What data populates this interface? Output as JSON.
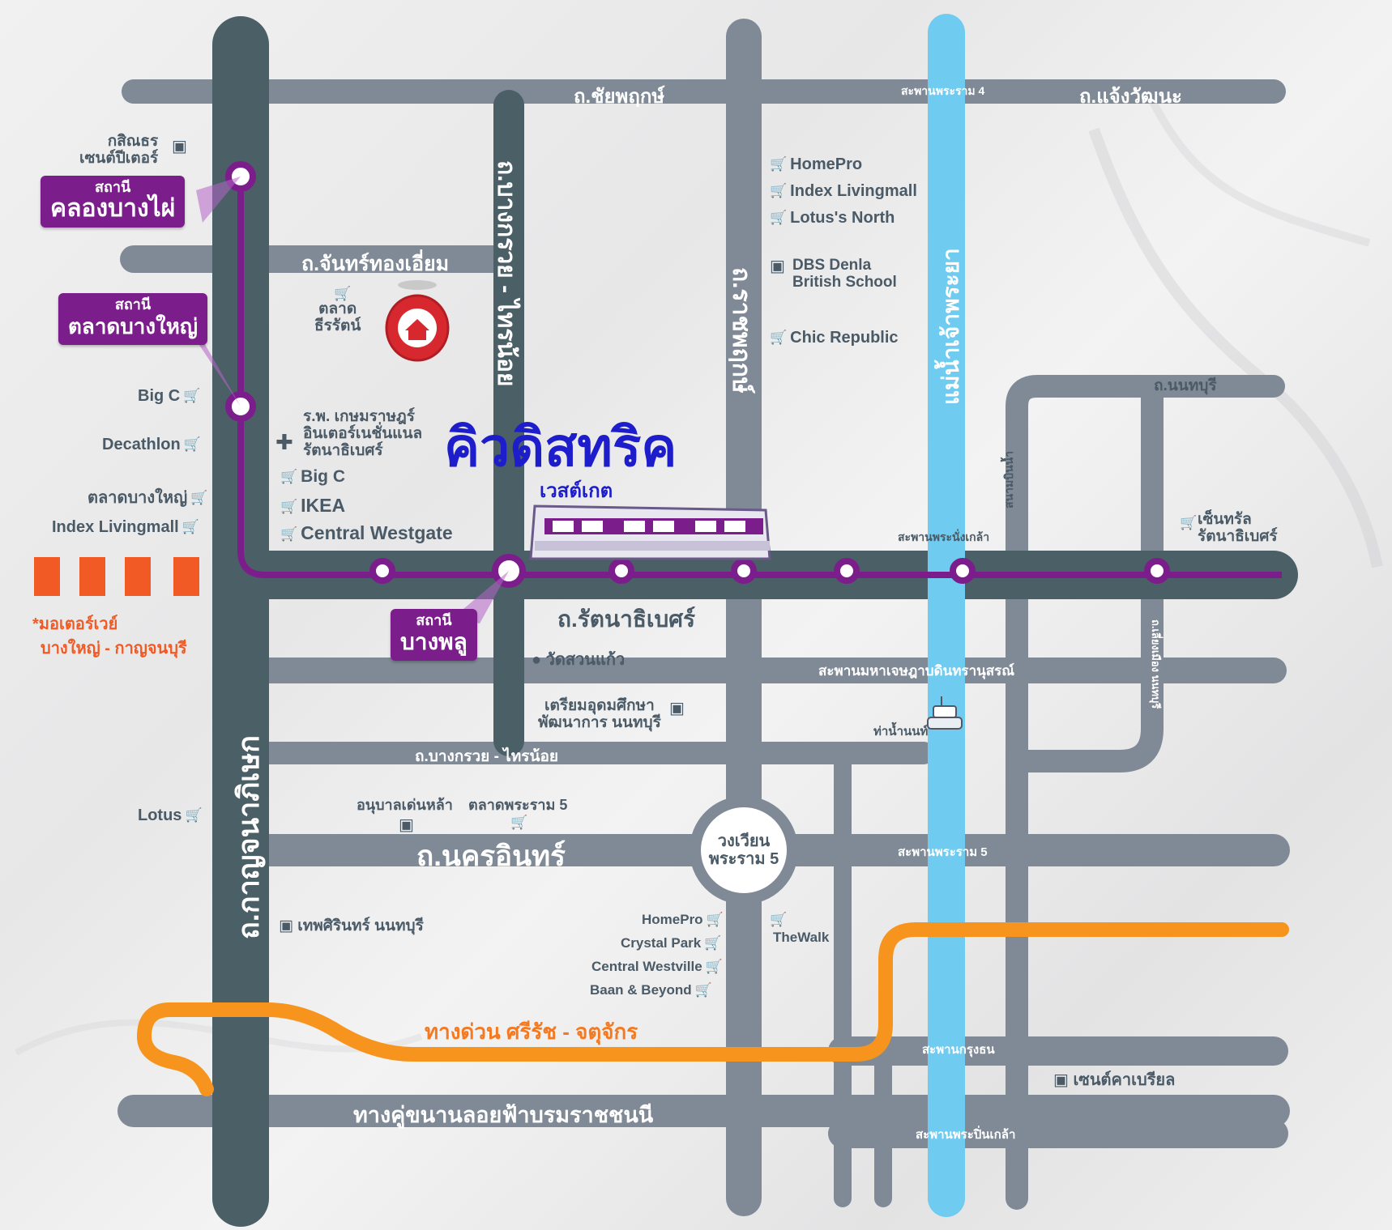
{
  "colors": {
    "road_dark": "#4b5f66",
    "road_grey": "#7f8a96",
    "river": "#6fcbf0",
    "purple_line": "#7b1e8c",
    "orange_expressway": "#f7941d",
    "motorway_orange": "#f15a24",
    "project_blue": "#1d1dcc",
    "pin_red": "#d7282f"
  },
  "icons": [
    "cart-icon",
    "school-icon",
    "hospital-cross-icon",
    "home-pin-icon",
    "boat-icon",
    "train-icon",
    "temple-dot-icon"
  ],
  "project": {
    "name": "คิวดิสทริค",
    "sub": "เวสต์เกต"
  },
  "stations": {
    "caption": "สถานี",
    "khlong_bang_phai": "คลองบางไผ่",
    "talad_bang_yai": "ตลาดบางใหญ่",
    "bang_phlu": "บางพลู"
  },
  "roads": {
    "chaiyaphruek": "ถ.ชัยพฤกษ์",
    "chaeng_watthana": "ถ.แจ้งวัฒนะ",
    "rama4_bridge": "สะพานพระราม 4",
    "chanthongiam": "ถ.จันทร์ทองเอี่ยม",
    "bang_kruai_sai_noi_v": "ถ.บางกรวย - ไทรน้อย",
    "ratchaphruek": "ถ.ราชพฤกษ์",
    "river": "แม่น้ำเจ้าพระยา",
    "nonthaburi": "ถ.นนทบุรี",
    "sanam_bin_nam": "สนามบินน้ำ",
    "phra_nang_klao_bridge": "สะพานพระนั่งเกล้า",
    "rattanathibet": "ถ.รัตนาธิเบศร์",
    "maha_chetsada_bridge": "สะพานมหาเจษฎาบดินทรานุสรณ์",
    "liang_mueang_nonthaburi": "ถ.เลี่ยงเมือง นนทบุรี",
    "bang_kruai_sai_noi_h": "ถ.บางกรวย - ไทรน้อย",
    "kanchanaphisek": "ถ.กาญจนาภิเษก",
    "nakhon_in": "ถ.นครอินทร์",
    "rama5_circle": "วงเวียน\nพระราม 5",
    "rama5_bridge": "สะพานพระราม 5",
    "expressway": "ทางด่วน ศรีรัช - จตุจักร",
    "krungthon_bridge": "สะพานกรุงธน",
    "borommaratchachonnani": "ทางคู่ขนานลอยฟ้าบรมราชชนนี",
    "pin_klao_bridge": "สะพานพระปิ่นเกล้า"
  },
  "motorway": {
    "line1": "*มอเตอร์เวย์",
    "line2": "บางใหญ่ - กาญจนบุรี"
  },
  "places": {
    "kasem_center": "กสิณธร\nเซนต์ปีเตอร์",
    "big_c_left": "Big C",
    "decathlon": "Decathlon",
    "talad_bang_yai": "ตลาดบางใหญ่",
    "index_left": "Index Livingmall",
    "lotus_left": "Lotus",
    "talad_thirarat": "ตลาด\nธีรรัตน์",
    "kasemrad": "ร.พ. เกษมราษฎร์\nอินเตอร์เนชั่นแนล\nรัตนาธิเบศร์",
    "big_c_mid": "Big C",
    "ikea": "IKEA",
    "central_westgate": "Central Westgate",
    "homepro_top": "HomePro",
    "index_top": "Index Livingmall",
    "lotus_north": "Lotus's North",
    "dbs": "DBS Denla\nBritish School",
    "chic": "Chic Republic",
    "central_rattanathibet": "เซ็นทรัล\nรัตนาธิเบศร์",
    "wat_suan_kaeo": "วัดสวนแก้ว",
    "triam_udom": "เตรียมอุดมศึกษา\nพัฒนาการ นนทบุรี",
    "tha_nam_non": "ท่าน้ำนนท์",
    "anuban": "อนุบาลเด่นหล้า",
    "talad_rama5": "ตลาดพระราม 5",
    "thepsirin": "เทพศิรินทร์ นนทบุรี",
    "homepro_low": "HomePro",
    "crystal_park": "Crystal Park",
    "central_westville": "Central Westville",
    "baan_beyond": "Baan & Beyond",
    "the_walk": "TheWalk",
    "saint_gabriel": "เซนต์คาเบรียล"
  }
}
